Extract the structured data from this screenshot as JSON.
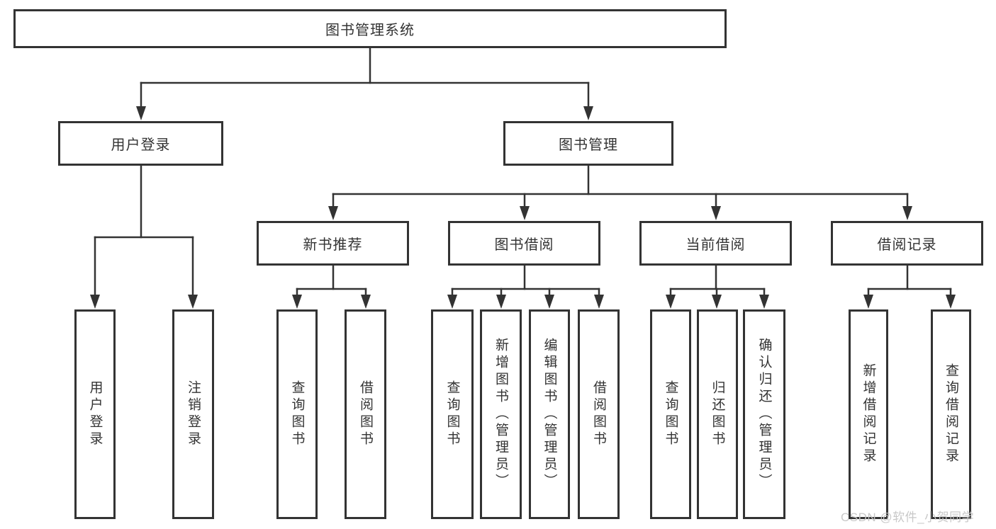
{
  "colors": {
    "background": "#ffffff",
    "line": "#333333",
    "text": "#333333",
    "watermark": "#c6c6c6"
  },
  "watermark": {
    "text": "CSDN @软件_小贺同学"
  },
  "diagram": {
    "root": {
      "label": "图书管理系统"
    },
    "branches": [
      {
        "label": "用户登录",
        "children": [
          {
            "label": "用户登录"
          },
          {
            "label": "注销登录"
          }
        ]
      },
      {
        "label": "图书管理",
        "children": [
          {
            "label": "新书推荐",
            "children": [
              {
                "label": "查询图书"
              },
              {
                "label": "借阅图书"
              }
            ]
          },
          {
            "label": "图书借阅",
            "children": [
              {
                "label": "查询图书"
              },
              {
                "label": "新增图书（管理员）"
              },
              {
                "label": "编辑图书（管理员）"
              },
              {
                "label": "借阅图书"
              }
            ]
          },
          {
            "label": "当前借阅",
            "children": [
              {
                "label": "查询图书"
              },
              {
                "label": "归还图书"
              },
              {
                "label": "确认归还（管理员）"
              }
            ]
          },
          {
            "label": "借阅记录",
            "children": [
              {
                "label": "新增借阅记录"
              },
              {
                "label": "查询借阅记录"
              }
            ]
          }
        ]
      }
    ]
  }
}
